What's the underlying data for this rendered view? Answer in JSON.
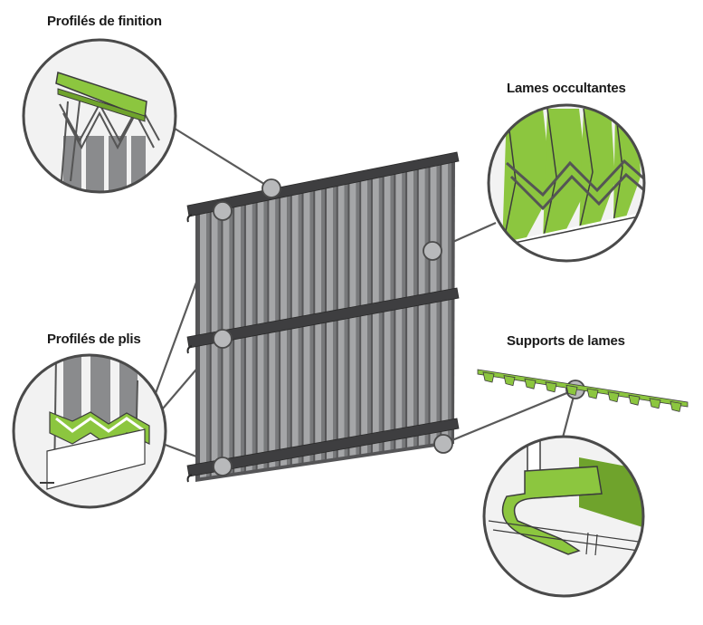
{
  "labels": {
    "finishing_profiles": "Profilés de finition",
    "pleat_profiles": "Profilés de plis",
    "privacy_slats": "Lames occultantes",
    "slat_supports": "Supports de lames"
  },
  "colors": {
    "accent_green": "#8cc63f",
    "panel_dark": "#4a4a4a",
    "slat_light": "#a5a6a8",
    "slat_dark": "#6e6f71",
    "callout_dot": "#b8b9bb",
    "outline": "#3c3c3c"
  }
}
